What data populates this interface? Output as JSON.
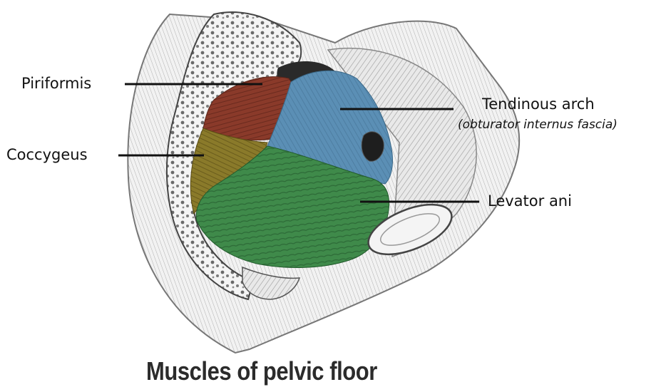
{
  "labels": {
    "piriformis": "Piriformis",
    "coccygeus": "Coccygeus",
    "tendinous_arch": "Tendinous arch",
    "tendinous_arch_note": "(obturator internus fascia)",
    "levator_ani": "Levator ani"
  },
  "caption": "Muscles of pelvic floor",
  "colors": {
    "piriformis": "#8a3a2a",
    "coccygeus": "#8a7a2a",
    "tendinous_arch": "#5b8fb5",
    "levator_ani": "#3f8a4a"
  }
}
